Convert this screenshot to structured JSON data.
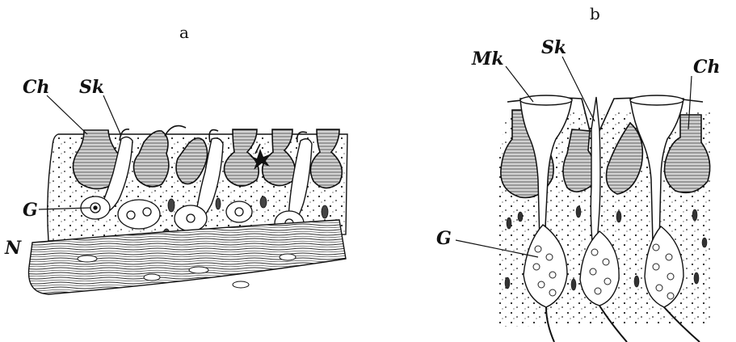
{
  "panels": [
    {
      "id": "a",
      "title": "a",
      "labels": {
        "ch": "Ch",
        "sk": "Sk",
        "g": "G",
        "n": "N"
      }
    },
    {
      "id": "b",
      "title": "b",
      "labels": {
        "mk": "Mk",
        "sk": "Sk",
        "ch": "Ch",
        "g": "G"
      }
    }
  ]
}
